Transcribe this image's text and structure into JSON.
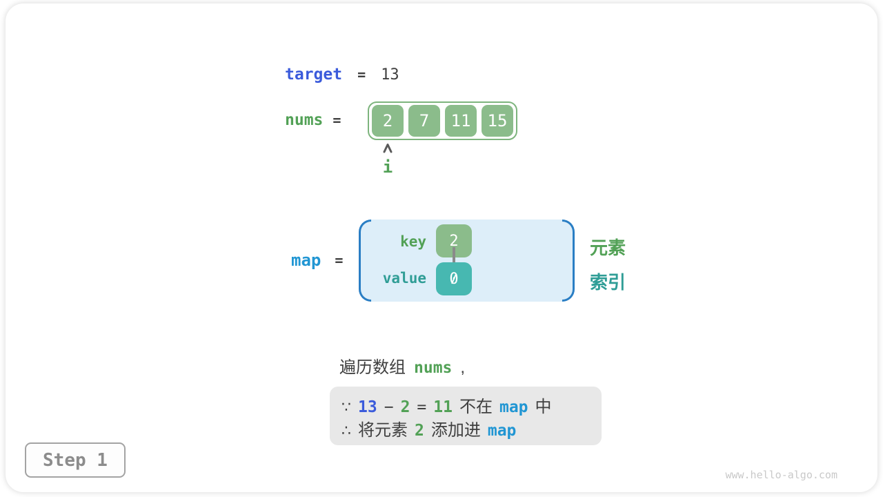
{
  "colors": {
    "dark": "#3f3f3f",
    "indigo": "#3b5bdb",
    "blue": "#2196d3",
    "green": "#52a156",
    "teal": "#2f9d96",
    "box-green": "#8bbc8b",
    "box-green-border": "#7db47d",
    "box-teal": "#47b8b1",
    "map-fill": "#ddeef9",
    "bracket-blue": "#2a7ec4",
    "note-bg": "#e8e8e8",
    "arrow-gray": "#8a8a8a",
    "step-gray": "#8c8c8c",
    "watermark-gray": "#c9c9c9"
  },
  "target_row": {
    "label": "target",
    "equals": "=",
    "value": "13"
  },
  "nums_row": {
    "label": "nums",
    "equals": "=",
    "values": [
      "2",
      "7",
      "11",
      "15"
    ],
    "pointer_label": "i"
  },
  "map_row": {
    "label": "map",
    "equals": "=",
    "key_label": "key",
    "key_value": "2",
    "value_label": "value",
    "value_value": "0",
    "element_label": "元素",
    "index_label": "索引"
  },
  "caption": {
    "segments": [
      {
        "text": "遍历数组"
      },
      {
        "text": "nums"
      },
      {
        "text": ","
      }
    ]
  },
  "note_box": {
    "line1": {
      "segments": [
        {
          "text": "∵"
        },
        {
          "text": "13"
        },
        {
          "text": "−"
        },
        {
          "text": "2"
        },
        {
          "text": "="
        },
        {
          "text": "11"
        },
        {
          "text": "不在"
        },
        {
          "text": "map"
        },
        {
          "text": "中"
        }
      ]
    },
    "line2": {
      "segments": [
        {
          "text": "∴"
        },
        {
          "text": "将元素"
        },
        {
          "text": "2"
        },
        {
          "text": "添加进"
        },
        {
          "text": "map"
        }
      ]
    }
  },
  "step_badge": {
    "label": "Step 1"
  },
  "watermark": {
    "text": "www.hello-algo.com"
  }
}
